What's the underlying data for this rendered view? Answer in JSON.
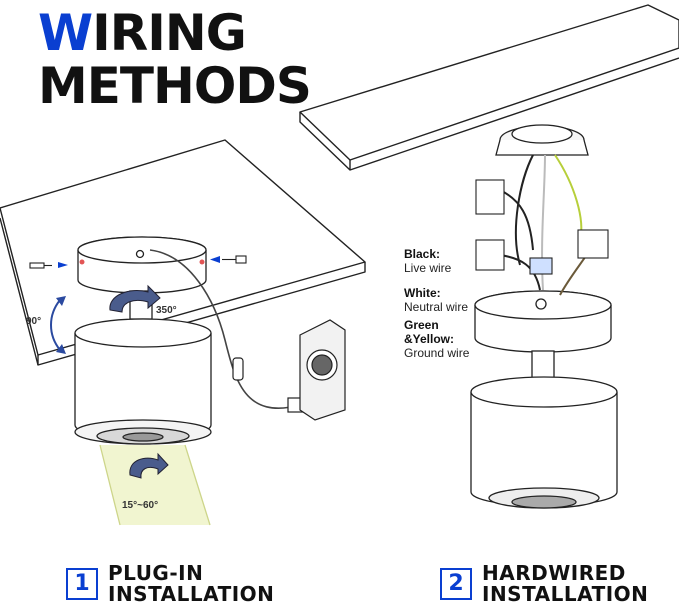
{
  "title": {
    "accent_letter": "W",
    "line1_rest": "IRING",
    "line2": "METHODS"
  },
  "colors": {
    "accent": "#0a3fd1",
    "text": "#111111",
    "line": "#222222",
    "beam": "#e8f0b8"
  },
  "left": {
    "angle_90": "90°",
    "angle_350": "350°",
    "angle_tilt": "15°~60°"
  },
  "wires": {
    "black_name": "Black:",
    "black_desc": "Live wire",
    "white_name": "White:",
    "white_desc": "Neutral wire",
    "green_name": "Green",
    "green_name2": "&Yellow:",
    "green_desc": "Ground wire"
  },
  "steps": [
    {
      "number": "1",
      "line1": "PLUG-IN",
      "line2": "INSTALLATION"
    },
    {
      "number": "2",
      "line1": "HARDWIRED",
      "line2": "INSTALLATION"
    }
  ]
}
